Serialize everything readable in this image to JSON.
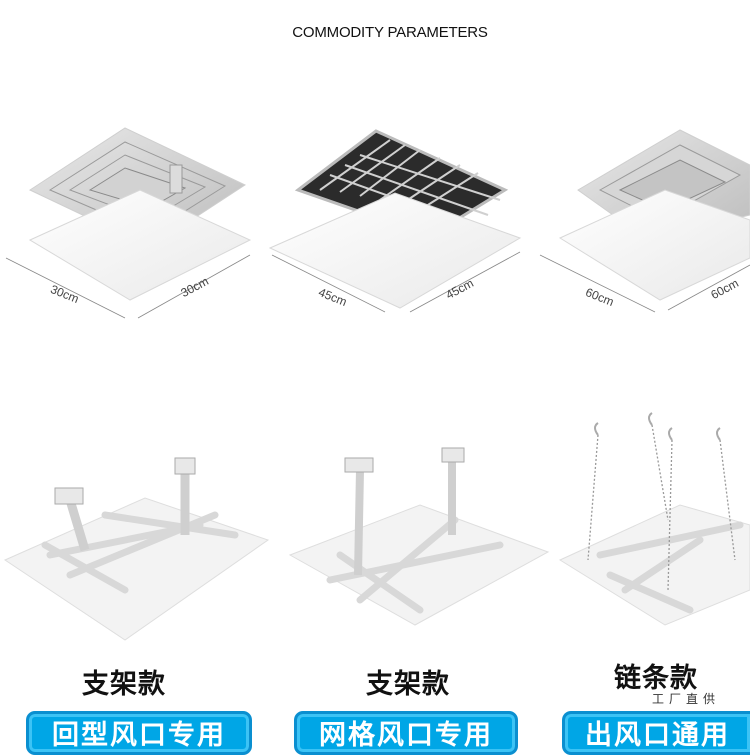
{
  "header": {
    "title": "COMMODITY PARAMETERS"
  },
  "products": [
    {
      "dim_left": "30cm",
      "dim_right": "30cm"
    },
    {
      "dim_left": "45cm",
      "dim_right": "45cm"
    },
    {
      "dim_left": "60cm",
      "dim_right": "60cm"
    }
  ],
  "mounts": [
    {
      "label": "支架款",
      "banner": "回型风口专用"
    },
    {
      "label": "支架款",
      "banner": "网格风口专用"
    },
    {
      "label": "链条款",
      "banner": "出风口通用"
    }
  ],
  "watermark": "工厂直供",
  "colors": {
    "banner_blue": "#00a6e6",
    "banner_border": "#0a8fd0",
    "panel_white": "#f7f7f7"
  }
}
